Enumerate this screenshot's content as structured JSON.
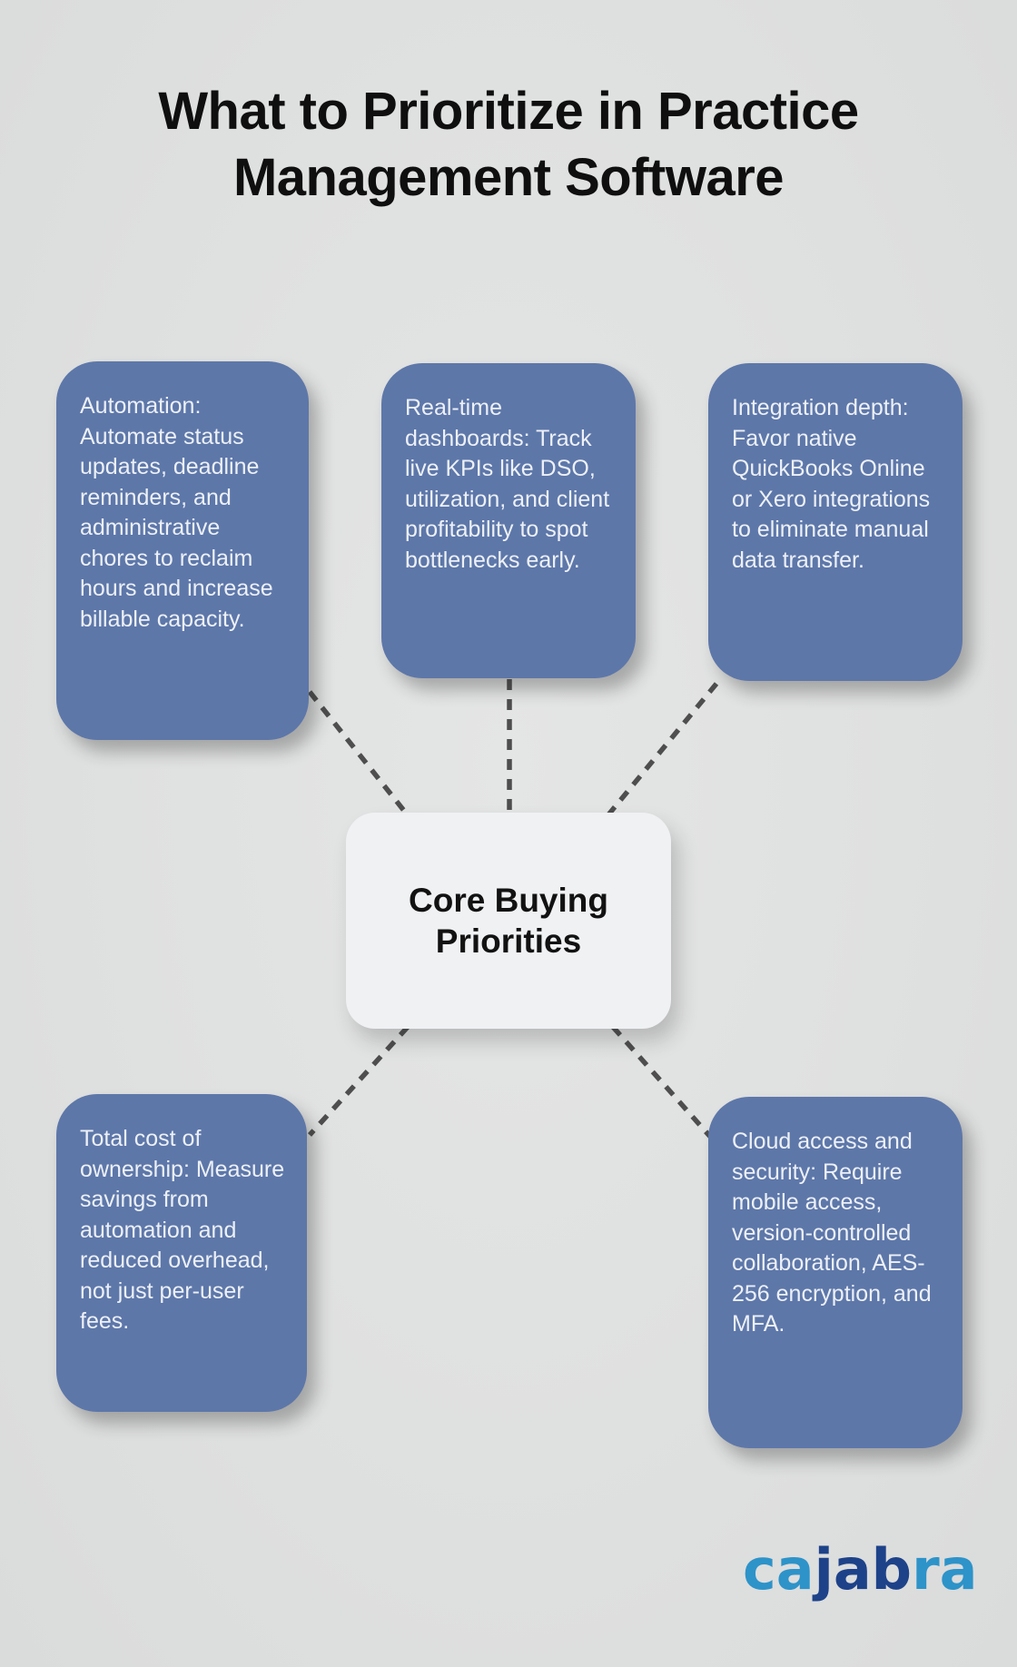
{
  "title": "What to Prioritize in Practice Management Software",
  "center": {
    "label": "Core Buying Priorities"
  },
  "nodes": [
    {
      "id": "automation",
      "text": "Automation: Automate status updates, deadline reminders, and administrative chores to reclaim hours and increase billable capacity."
    },
    {
      "id": "dashboards",
      "text": "Real-time dashboards: Track live KPIs like DSO, utilization, and client profitability to spot bottlenecks early."
    },
    {
      "id": "integration",
      "text": "Integration depth: Favor native QuickBooks Online or Xero integrations to eliminate manual data transfer."
    },
    {
      "id": "cost",
      "text": "Total cost of ownership: Measure savings from automation and reduced overhead, not just per-user fees."
    },
    {
      "id": "cloud",
      "text": "Cloud access and security: Require mobile access, version-controlled collaboration, AES-256 encryption, and MFA."
    }
  ],
  "logo": {
    "name": "cajabra",
    "segments": [
      {
        "text": "ca",
        "color": "#2d93c9"
      },
      {
        "text": "jab",
        "color": "#1d4289"
      },
      {
        "text": "ra",
        "color": "#2d93c9"
      }
    ]
  },
  "colors": {
    "background": "#dfe0e0",
    "node_fill": "#5d77a9",
    "node_text": "#edf0f6",
    "center_fill": "#f0f1f3",
    "center_text": "#121212",
    "connector": "#4e4e4e",
    "title_text": "#0f0f0f"
  }
}
